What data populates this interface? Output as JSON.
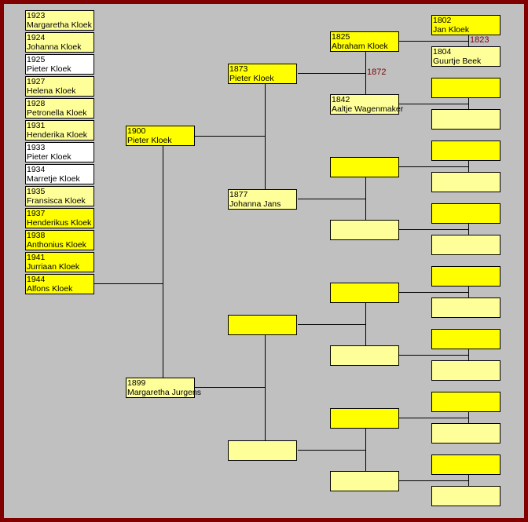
{
  "colors": {
    "border": "#800000",
    "background": "#C0C0C0",
    "male": "#FFFF00",
    "female": "#FFFF99",
    "other": "#FFFFFF",
    "marriage_year": "#800000"
  },
  "children": [
    {
      "year": "1923",
      "name": "Margaretha Kloek",
      "c": "l"
    },
    {
      "year": "1924",
      "name": "Johanna Kloek",
      "c": "l"
    },
    {
      "year": "1925",
      "name": "Pieter Kloek",
      "c": "w"
    },
    {
      "year": "1927",
      "name": "Helena Kloek",
      "c": "l"
    },
    {
      "year": "1928",
      "name": "Petronella Kloek",
      "c": "l"
    },
    {
      "year": "1931",
      "name": "Henderika Kloek",
      "c": "l"
    },
    {
      "year": "1933",
      "name": "Pieter Kloek",
      "c": "w"
    },
    {
      "year": "1934",
      "name": "Marretje Kloek",
      "c": "w"
    },
    {
      "year": "1935",
      "name": "Fransisca Kloek",
      "c": "l"
    },
    {
      "year": "1937",
      "name": "Henderikus Kloek",
      "c": "y"
    },
    {
      "year": "1938",
      "name": "Anthonius Kloek",
      "c": "y"
    },
    {
      "year": "1941",
      "name": "Jurriaan Kloek",
      "c": "y"
    },
    {
      "year": "1944",
      "name": "Alfons Kloek",
      "c": "y"
    }
  ],
  "ancestors": {
    "father": {
      "year": "1900",
      "name": "Pieter Kloek"
    },
    "mother": {
      "year": "1899",
      "name": "Margaretha Jurgens"
    },
    "ff": {
      "year": "1873",
      "name": "Pieter Kloek"
    },
    "fm": {
      "year": "1877",
      "name": "Johanna Jans"
    },
    "fff": {
      "year": "1825",
      "name": "Abraham Kloek"
    },
    "ffm": {
      "year": "1842",
      "name": "Aaltje Wagenmaker"
    },
    "ffff": {
      "year": "1802",
      "name": "Jan Kloek"
    },
    "fffm": {
      "year": "1804",
      "name": "Guurtje Beek"
    }
  },
  "marriages": {
    "ff": "1872",
    "fff": "1823"
  }
}
